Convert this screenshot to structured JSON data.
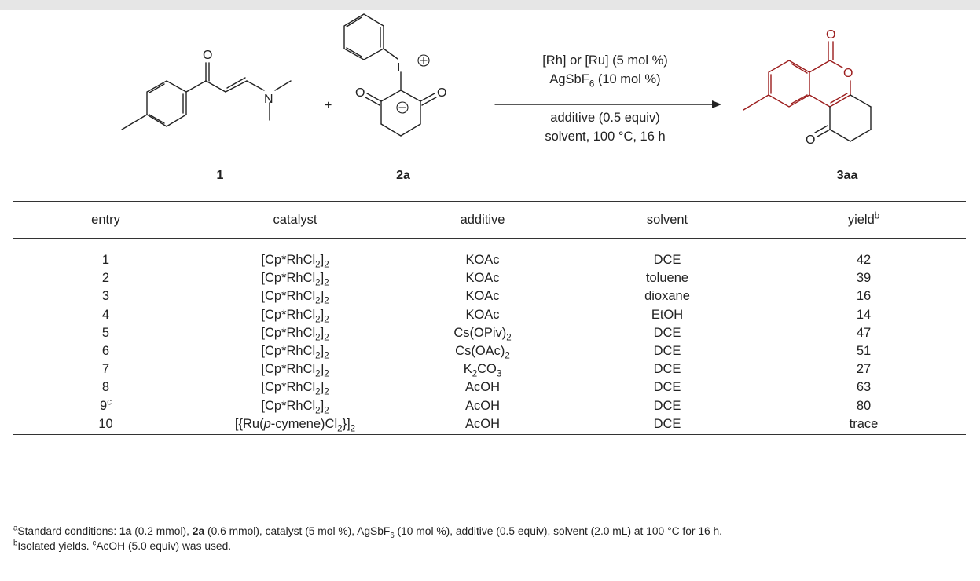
{
  "header": {
    "fragment": ""
  },
  "scheme": {
    "reactant1_label": "1",
    "reactant2_label": "2a",
    "product_label": "3aa",
    "plus": "+",
    "atoms": {
      "O": "O",
      "N": "N",
      "I": "I",
      "plus_charge": "+",
      "minus_charge": "−"
    },
    "conditions_above_1": "[Rh] or [Ru] (5 mol %)",
    "conditions_above_2a": "AgSbF",
    "conditions_above_2b": "6",
    "conditions_above_2c": " (10 mol %)",
    "conditions_below_1": "additive (0.5 equiv)",
    "conditions_below_2": "solvent, 100 °C, 16 h",
    "product_color": "#9b1c1c"
  },
  "table": {
    "headers": [
      "entry",
      "catalyst",
      "additive",
      "solvent",
      "yield"
    ],
    "yield_sup": "b",
    "rows": [
      {
        "entry": "1",
        "entry_sup": "",
        "catalyst": "[Cp*RhCl2]2",
        "additive": "KOAc",
        "solvent": "DCE",
        "yield": "42"
      },
      {
        "entry": "2",
        "entry_sup": "",
        "catalyst": "[Cp*RhCl2]2",
        "additive": "KOAc",
        "solvent": "toluene",
        "yield": "39"
      },
      {
        "entry": "3",
        "entry_sup": "",
        "catalyst": "[Cp*RhCl2]2",
        "additive": "KOAc",
        "solvent": "dioxane",
        "yield": "16"
      },
      {
        "entry": "4",
        "entry_sup": "",
        "catalyst": "[Cp*RhCl2]2",
        "additive": "KOAc",
        "solvent": "EtOH",
        "yield": "14"
      },
      {
        "entry": "5",
        "entry_sup": "",
        "catalyst": "[Cp*RhCl2]2",
        "additive": "Cs(OPiv)2",
        "solvent": "DCE",
        "yield": "47"
      },
      {
        "entry": "6",
        "entry_sup": "",
        "catalyst": "[Cp*RhCl2]2",
        "additive": "Cs(OAc)2",
        "solvent": "DCE",
        "yield": "51"
      },
      {
        "entry": "7",
        "entry_sup": "",
        "catalyst": "[Cp*RhCl2]2",
        "additive": "K2CO3",
        "solvent": "DCE",
        "yield": "27"
      },
      {
        "entry": "8",
        "entry_sup": "",
        "catalyst": "[Cp*RhCl2]2",
        "additive": "AcOH",
        "solvent": "DCE",
        "yield": "63"
      },
      {
        "entry": "9",
        "entry_sup": "c",
        "catalyst": "[Cp*RhCl2]2",
        "additive": "AcOH",
        "solvent": "DCE",
        "yield": "80"
      },
      {
        "entry": "10",
        "entry_sup": "",
        "catalyst": "[{Ru(p-cymene)Cl2}]2",
        "additive": "AcOH",
        "solvent": "DCE",
        "yield": "trace"
      }
    ]
  },
  "footnotes": {
    "a_mark": "a",
    "a_text_1": "Standard conditions: ",
    "a_bold_1": "1a",
    "a_text_2": " (0.2 mmol), ",
    "a_bold_2": "2a",
    "a_text_3": " (0.6 mmol), catalyst (5 mol %), AgSbF",
    "a_sub": "6",
    "a_text_4": " (10 mol %), additive (0.5 equiv), solvent (2.0 mL) at 100 °C for 16 h.",
    "b_mark": "b",
    "b_text": "Isolated yields. ",
    "c_mark": "c",
    "c_text": "AcOH (5.0 equiv) was used."
  }
}
